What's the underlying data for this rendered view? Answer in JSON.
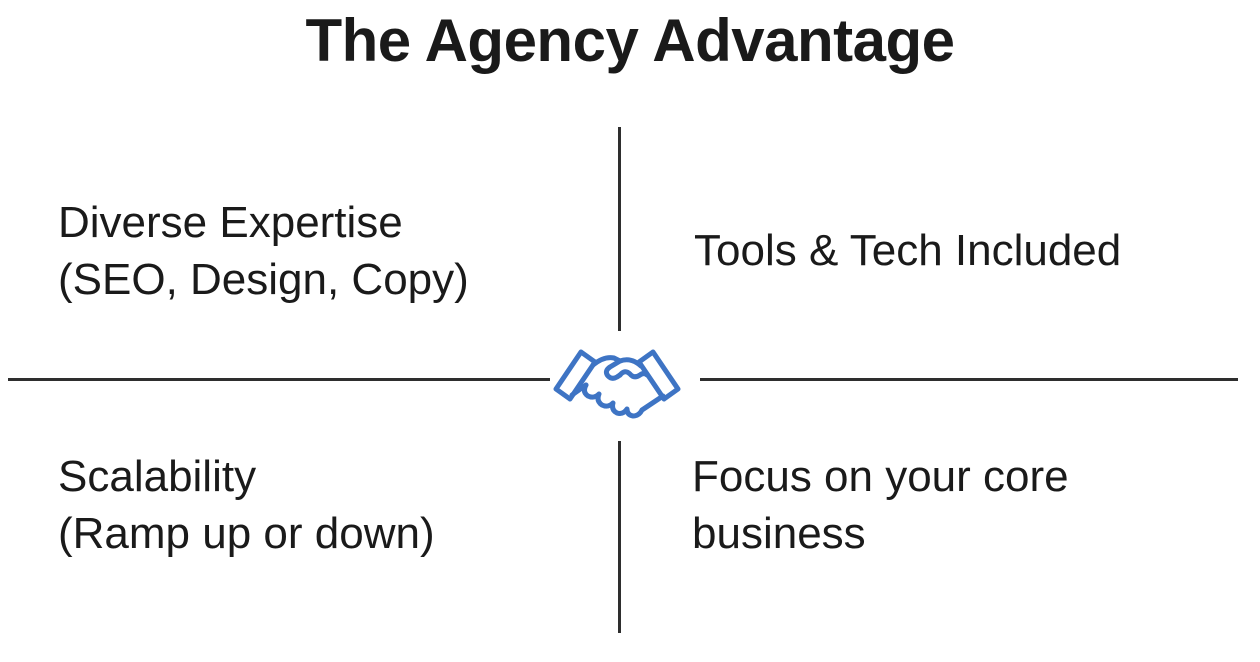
{
  "title": "The Agency Advantage",
  "quadrants": {
    "top_left": {
      "line1": "Diverse Expertise",
      "line2": "(SEO, Design, Copy)"
    },
    "top_right": {
      "line1": "Tools & Tech Included"
    },
    "bottom_left": {
      "line1": "Scalability",
      "line2": "(Ramp up or down)"
    },
    "bottom_right": {
      "line1": "Focus on your core",
      "line2": "business"
    }
  },
  "center_icon": {
    "name": "handshake-icon",
    "color": "#3e74c4"
  },
  "colors": {
    "background": "#ffffff",
    "text": "#1a1a1a",
    "divider_line": "#2e2e2e",
    "icon_blue": "#3e74c4"
  }
}
